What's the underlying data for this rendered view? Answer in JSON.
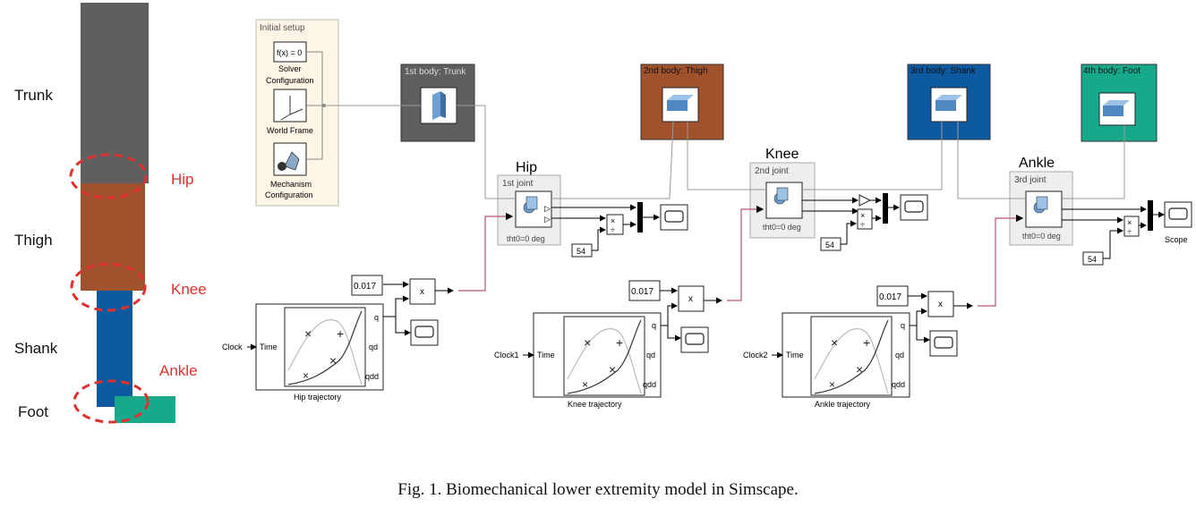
{
  "caption": "Fig. 1.  Biomechanical lower extremity model in Simscape.",
  "segments": {
    "trunk": "Trunk",
    "thigh": "Thigh",
    "shank": "Shank",
    "foot": "Foot",
    "hip": "Hip",
    "knee": "Knee",
    "ankle": "Ankle"
  },
  "colors": {
    "trunk": "#5f5f5f",
    "thigh": "#a0522d",
    "shank": "#0d5aa0",
    "foot": "#17a98a",
    "joint_marker": "#e03030"
  },
  "setup": {
    "title": "Initial setup",
    "solver_block": "f(x) = 0",
    "solver_label_1": "Solver",
    "solver_label_2": "Configuration",
    "world_label": "World Frame",
    "mech_label_1": "Mechanism",
    "mech_label_2": "Configuration"
  },
  "bodies": {
    "b1": "1st body: Trunk",
    "b2": "2nd body: Thigh",
    "b3": "3rd body: Shank",
    "b4": "4th body: Foot"
  },
  "joints": {
    "hip_title": "Hip",
    "hip_sub": "1st joint",
    "knee_title": "Knee",
    "knee_sub": "2nd joint",
    "ankle_title": "Ankle",
    "ankle_sub": "3rd joint",
    "init": "tht0=0 deg"
  },
  "gains": {
    "value": "0.017",
    "mult": "x",
    "const": "54"
  },
  "trajectories": {
    "hip": "Hip trajectory",
    "knee": "Knee trajectory",
    "ankle": "Ankle trajectory",
    "clock1": "Clock",
    "clock2": "Clock1",
    "clock3": "Clock2",
    "time": "Time",
    "q": "q",
    "qd": "qd",
    "qdd": "qdd"
  },
  "scope_label": "Scope"
}
